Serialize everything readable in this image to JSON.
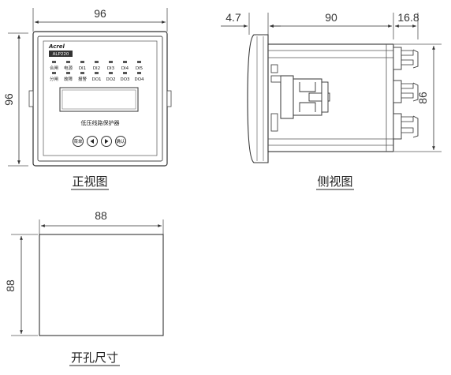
{
  "front_view": {
    "caption": "正视图",
    "width_label": "96",
    "height_label": "96",
    "logo": "Acrel",
    "model": "ALP220",
    "top_labels": [
      "合闸",
      "电源",
      "DI1",
      "DI2",
      "DI3",
      "DI4",
      "DI5"
    ],
    "bottom_labels": [
      "分闸",
      "故障",
      "报警",
      "DO1",
      "DO2",
      "DO3",
      "DO4"
    ],
    "device_name": "低压线路保护器",
    "buttons": [
      "菜单",
      "◀",
      "▶",
      "确认"
    ]
  },
  "side_view": {
    "caption": "侧视图",
    "dim_front": "4.7",
    "dim_body": "90",
    "dim_terminal": "16.8",
    "dim_height": "86"
  },
  "cutout": {
    "caption": "开孔尺寸",
    "width_label": "88",
    "height_label": "88"
  }
}
